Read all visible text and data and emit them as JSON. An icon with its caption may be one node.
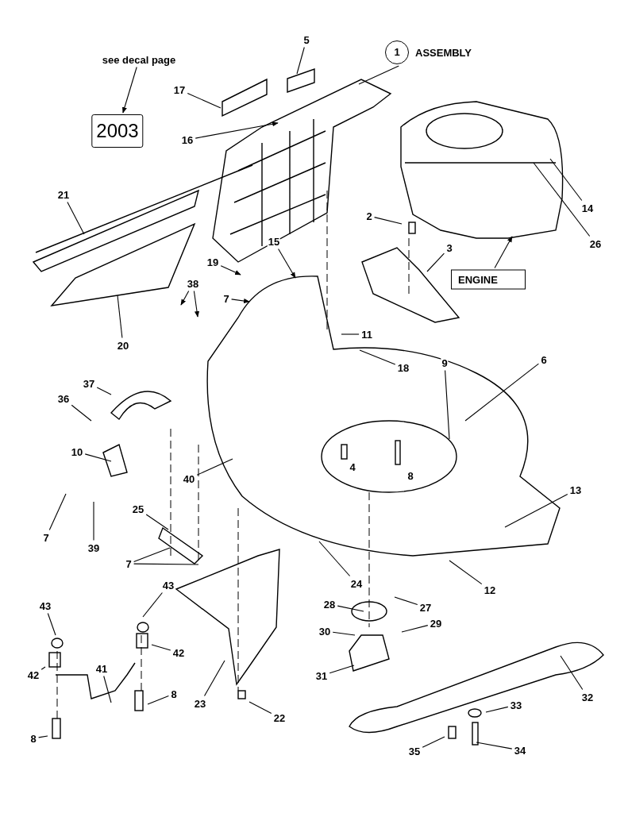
{
  "diagram": {
    "nodes": [
      {
        "text": [
          "see decal page"
        ]
      },
      {
        "text": [
          "2003"
        ]
      },
      {
        "text": [
          "5"
        ]
      },
      {
        "text": [
          "17"
        ]
      },
      {
        "text": [
          "16"
        ]
      },
      {
        "text": [
          "1"
        ],
        "beside": [
          "ASSEMBLY"
        ]
      },
      {
        "text": [
          "21"
        ]
      },
      {
        "text": [
          "2"
        ]
      },
      {
        "text": [
          "3"
        ]
      },
      {
        "text": [
          "14"
        ]
      },
      {
        "text": [
          "26"
        ]
      },
      {
        "text": [
          "ENGINE"
        ]
      },
      {
        "text": [
          "19"
        ]
      },
      {
        "text": [
          "7"
        ]
      },
      {
        "text": [
          "15"
        ]
      },
      {
        "text": [
          "38"
        ]
      },
      {
        "text": [
          "11"
        ]
      },
      {
        "text": [
          "18"
        ]
      },
      {
        "text": [
          "9"
        ]
      },
      {
        "text": [
          "6"
        ]
      },
      {
        "text": [
          "20"
        ]
      },
      {
        "text": [
          "37"
        ]
      },
      {
        "text": [
          "36"
        ]
      },
      {
        "text": [
          "10"
        ]
      },
      {
        "text": [
          "40"
        ]
      },
      {
        "text": [
          "7"
        ]
      },
      {
        "text": [
          "39"
        ]
      },
      {
        "text": [
          "25"
        ]
      },
      {
        "text": [
          "7"
        ]
      },
      {
        "text": [
          "13"
        ]
      },
      {
        "text": [
          "24"
        ]
      },
      {
        "text": [
          "12"
        ]
      },
      {
        "text": [
          "43"
        ]
      },
      {
        "text": [
          "43"
        ]
      },
      {
        "text": [
          "28"
        ]
      },
      {
        "text": [
          "27"
        ]
      },
      {
        "text": [
          "29"
        ]
      },
      {
        "text": [
          "30"
        ]
      },
      {
        "text": [
          "42"
        ]
      },
      {
        "text": [
          "42"
        ]
      },
      {
        "text": [
          "41"
        ]
      },
      {
        "text": [
          "8"
        ]
      },
      {
        "text": [
          "23"
        ]
      },
      {
        "text": [
          "31"
        ]
      },
      {
        "text": [
          "32"
        ]
      },
      {
        "text": [
          "33"
        ]
      },
      {
        "text": [
          "22"
        ]
      },
      {
        "text": [
          "8"
        ]
      },
      {
        "text": [
          "35"
        ]
      },
      {
        "text": [
          "34"
        ]
      }
    ],
    "edges": [
      {
        "from": 0,
        "to": 1,
        "arrow": "to"
      },
      {
        "from": 2,
        "to": null,
        "arrow": "none"
      },
      {
        "from": 3,
        "to": null,
        "arrow": "none"
      },
      {
        "from": 4,
        "to": null,
        "arrow": "to"
      },
      {
        "from": 5,
        "to": null,
        "arrow": "none"
      },
      {
        "from": 6,
        "to": null,
        "arrow": "none"
      },
      {
        "from": 7,
        "to": null,
        "arrow": "none"
      },
      {
        "from": 8,
        "to": null,
        "arrow": "none"
      },
      {
        "from": 9,
        "to": null,
        "arrow": "none"
      },
      {
        "from": 10,
        "to": null,
        "arrow": "none"
      },
      {
        "from": 11,
        "to": null,
        "arrow": "to"
      },
      {
        "from": 12,
        "to": null,
        "arrow": "to"
      },
      {
        "from": 13,
        "to": null,
        "arrow": "to"
      },
      {
        "from": 14,
        "to": null,
        "arrow": "to"
      },
      {
        "from": 15,
        "to": null,
        "arrow": "to"
      },
      {
        "from": 15,
        "to": null,
        "arrow": "to"
      },
      {
        "from": 16,
        "to": null,
        "arrow": "none"
      },
      {
        "from": 17,
        "to": null,
        "arrow": "none"
      },
      {
        "from": 18,
        "to": null,
        "arrow": "none"
      },
      {
        "from": 19,
        "to": null,
        "arrow": "none"
      },
      {
        "from": 20,
        "to": null,
        "arrow": "none"
      },
      {
        "from": 21,
        "to": null,
        "arrow": "none"
      },
      {
        "from": 22,
        "to": null,
        "arrow": "none"
      },
      {
        "from": 23,
        "to": null,
        "arrow": "none"
      },
      {
        "from": 24,
        "to": null,
        "arrow": "none"
      },
      {
        "from": 25,
        "to": null,
        "arrow": "none"
      },
      {
        "from": 26,
        "to": null,
        "arrow": "none"
      },
      {
        "from": 27,
        "to": null,
        "arrow": "none"
      },
      {
        "from": 28,
        "to": null,
        "arrow": "none"
      },
      {
        "from": 28,
        "to": null,
        "arrow": "none"
      },
      {
        "from": 29,
        "to": null,
        "arrow": "none"
      },
      {
        "from": 30,
        "to": null,
        "arrow": "none"
      },
      {
        "from": 31,
        "to": null,
        "arrow": "none"
      },
      {
        "from": 32,
        "to": null,
        "arrow": "none"
      },
      {
        "from": 33,
        "to": null,
        "arrow": "none"
      },
      {
        "from": 34,
        "to": null,
        "arrow": "none"
      },
      {
        "from": 35,
        "to": null,
        "arrow": "none"
      },
      {
        "from": 36,
        "to": null,
        "arrow": "none"
      },
      {
        "from": 37,
        "to": null,
        "arrow": "none"
      },
      {
        "from": 38,
        "to": null,
        "arrow": "none"
      },
      {
        "from": 39,
        "to": null,
        "arrow": "none"
      },
      {
        "from": 40,
        "to": null,
        "arrow": "none"
      },
      {
        "from": 41,
        "to": null,
        "arrow": "none"
      },
      {
        "from": 42,
        "to": null,
        "arrow": "none"
      },
      {
        "from": 43,
        "to": null,
        "arrow": "none"
      },
      {
        "from": 44,
        "to": null,
        "arrow": "none"
      },
      {
        "from": 45,
        "to": null,
        "arrow": "none"
      },
      {
        "from": 46,
        "to": null,
        "arrow": "none"
      },
      {
        "from": 47,
        "to": null,
        "arrow": "none"
      },
      {
        "from": 48,
        "to": null,
        "arrow": "none"
      },
      {
        "from": 49,
        "to": null,
        "arrow": "none"
      }
    ],
    "labels": [
      "4",
      "8"
    ]
  }
}
